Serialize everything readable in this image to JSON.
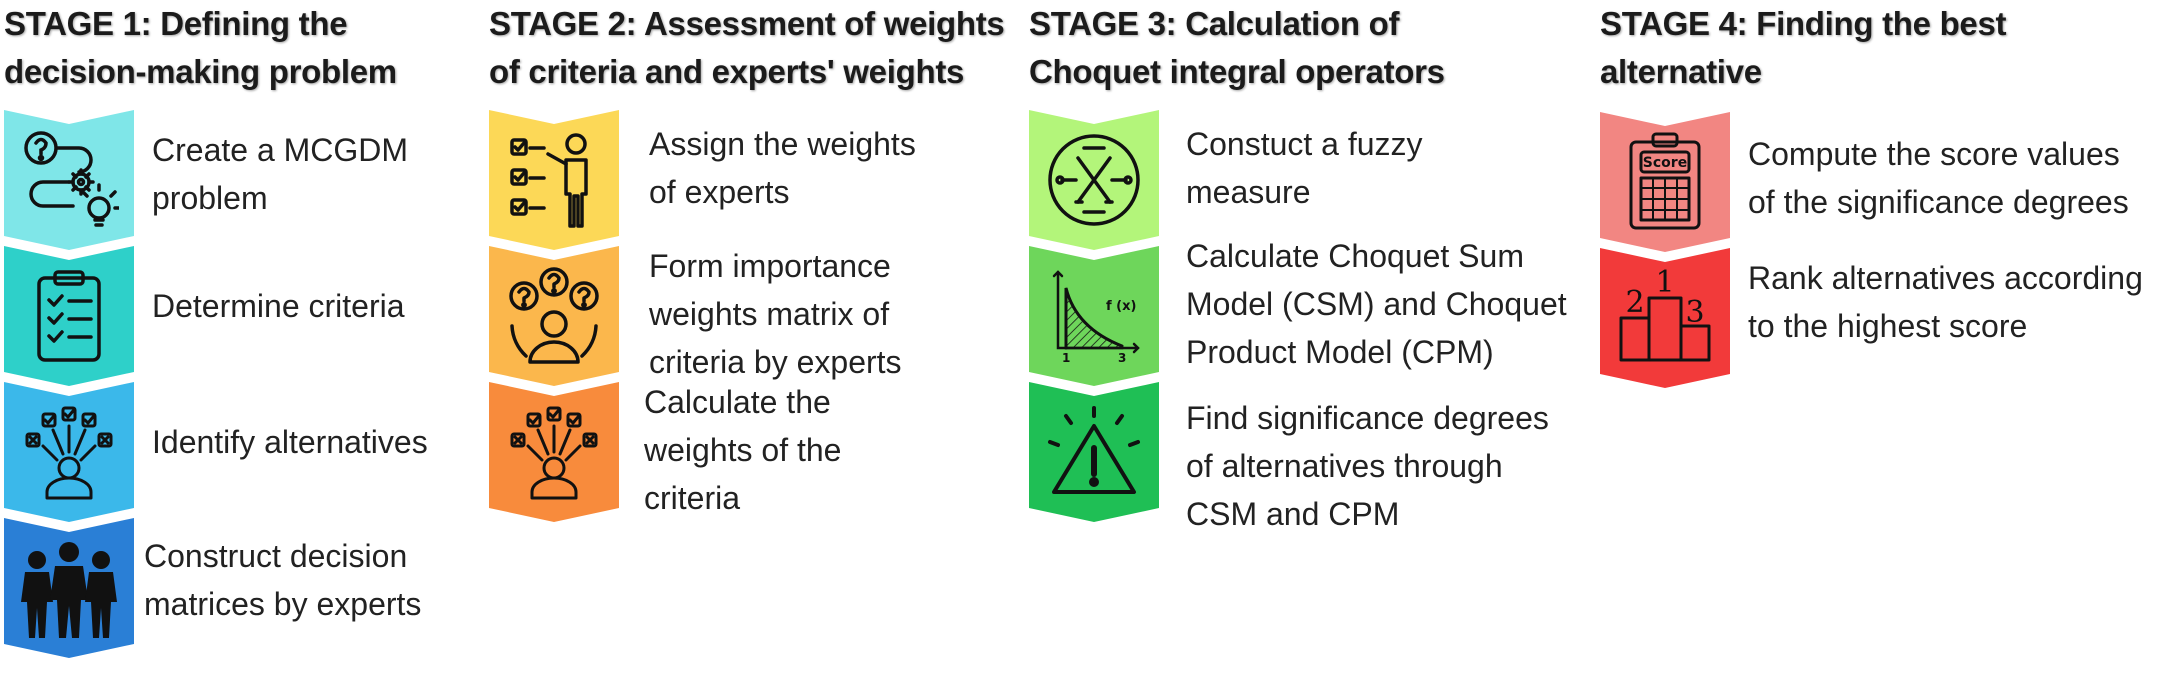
{
  "stages": [
    {
      "title_lines": [
        "STAGE 1: Defining the",
        "decision-making problem"
      ],
      "steps": [
        {
          "lines": [
            "Create a MCGDM",
            "problem"
          ],
          "color": "#7fe6e8",
          "icon": "question-gear-bulb-icon"
        },
        {
          "lines": [
            "Determine criteria"
          ],
          "color": "#2ed0c9",
          "icon": "clipboard-checklist-icon"
        },
        {
          "lines": [
            "Identify alternatives"
          ],
          "color": "#3bb8ea",
          "icon": "person-options-icon"
        },
        {
          "lines": [
            "Construct decision",
            "matrices by experts"
          ],
          "color": "#2a7fd6",
          "icon": "experts-silhouette-icon"
        }
      ]
    },
    {
      "title_lines": [
        "STAGE 2: Assessment of weights",
        "of criteria and experts' weights"
      ],
      "steps": [
        {
          "lines": [
            "Assign the weights",
            "of experts"
          ],
          "color": "#fcd857",
          "icon": "person-checklist-icon"
        },
        {
          "lines": [
            "Form importance",
            "weights matrix of",
            "criteria by experts"
          ],
          "color": "#fbb74c",
          "icon": "person-questions-icon"
        },
        {
          "lines": [
            "Calculate the",
            "weights of the",
            "criteria"
          ],
          "color": "#f88b3c",
          "icon": "person-options-icon"
        }
      ]
    },
    {
      "title_lines": [
        "STAGE 3: Calculation of",
        "Choquet integral operators"
      ],
      "steps": [
        {
          "lines": [
            "Constuct a fuzzy",
            "measure"
          ],
          "color": "#b3f57a",
          "icon": "fuzzy-measure-icon"
        },
        {
          "lines": [
            "Calculate Choquet Sum",
            "Model (CSM) and Choquet",
            "Product Model (CPM)"
          ],
          "color": "#6ed65b",
          "icon": "function-graph-icon",
          "graph_labels": {
            "fx": "f (x)",
            "x1": "1",
            "x3": "3"
          }
        },
        {
          "lines": [
            "Find significance degrees",
            "of alternatives through",
            "CSM and CPM"
          ],
          "color": "#1fbf55",
          "icon": "warning-icon"
        }
      ]
    },
    {
      "title_lines": [
        "STAGE 4: Finding the best",
        "alternative"
      ],
      "steps": [
        {
          "lines": [
            "Compute the score values",
            "of the significance degrees"
          ],
          "color": "#f28682",
          "icon": "score-clipboard-icon",
          "score_label": "Score"
        },
        {
          "lines": [
            "Rank alternatives according",
            "to the highest score"
          ],
          "color": "#f23a3a",
          "icon": "podium-icon",
          "podium": [
            "2",
            "1",
            "3"
          ]
        }
      ]
    }
  ]
}
